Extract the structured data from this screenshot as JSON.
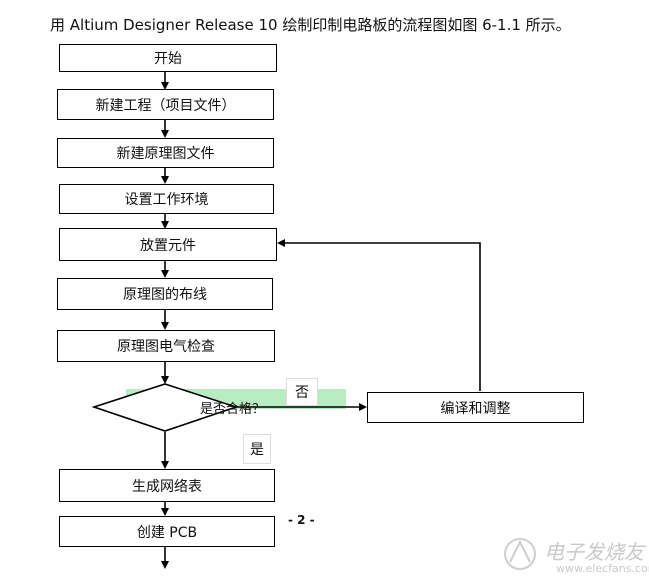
{
  "intro": "用 Altium Designer Release 10 绘制印制电路板的流程图如图 6-1.1 所示。",
  "steps": [
    "开始",
    "新建工程（项目文件）",
    "新建原理图文件",
    "设置工作环境",
    "放置元件",
    "原理图的布线",
    "原理图电气检查"
  ],
  "decision": {
    "text": "是否合格？",
    "no_label": "否",
    "yes_label": "是"
  },
  "side_box": "编译和调整",
  "after_steps": [
    "生成网络表",
    "创建 PCB"
  ],
  "page_number": "- 2 -",
  "watermark": {
    "text": "电子发烧友",
    "url": "www.elecfans.com"
  },
  "colors": {
    "highlight": "#b9ecc0",
    "line": "#000000"
  }
}
